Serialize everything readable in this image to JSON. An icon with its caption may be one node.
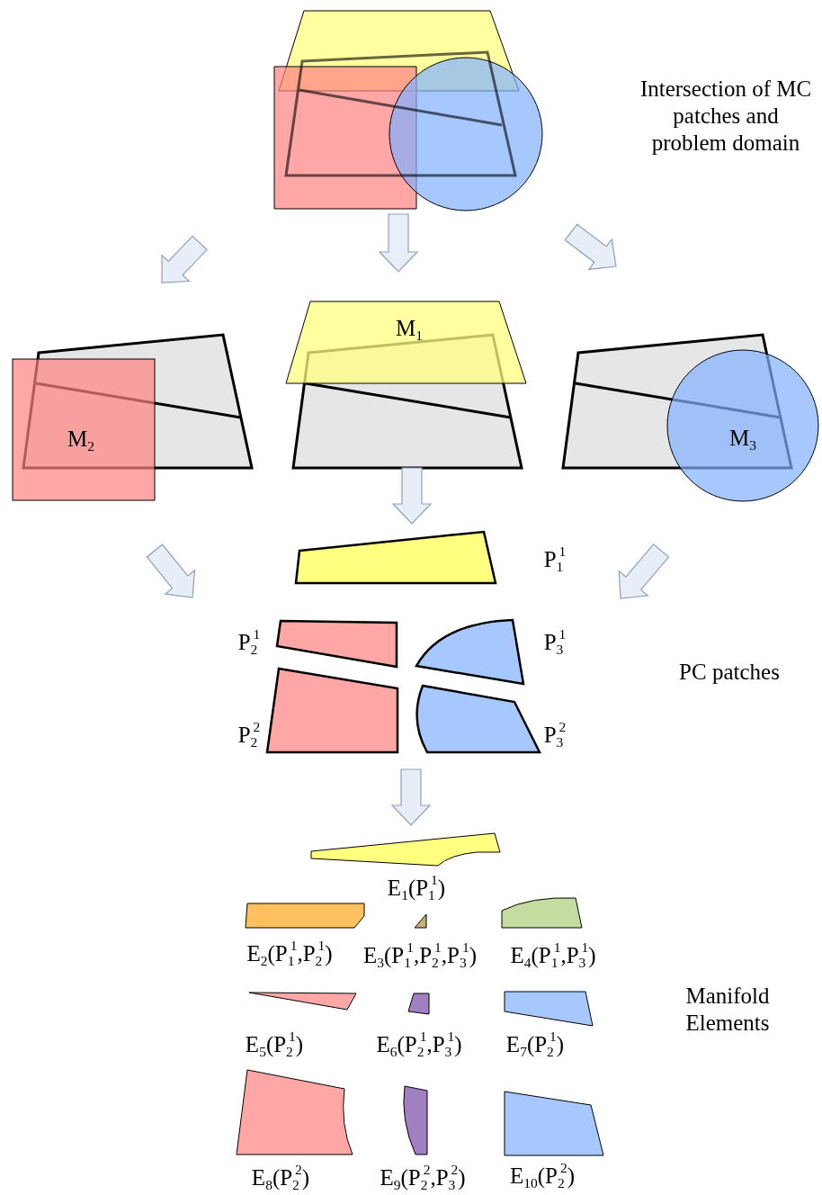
{
  "diagram": {
    "labels": [
      "Intersection of MC patches and problem domain",
      "M$_{1}$",
      "M$_{2}$",
      "M$_{3}$",
      "P$_{1}$$^{1}$",
      "P$_{2}$$^{1}$",
      "P$_{3}$$^{1}$",
      "PC patches",
      "P$_{2}$$^{2}$",
      "P$_{3}$$^{2}$",
      "E$_{1}$(P$_{1}$$^{1}$)",
      "E$_{2}$(P$_{1}$$^{1}$,P$_{2}$$^{1}$)",
      "E$_{3}$(P$_{1}$$^{1}$,P$_{2}$$^{1}$,P$_{3}$$^{1}$)",
      "E$_{4}$(P$_{1}$$^{1}$,P$_{3}$$^{1}$)",
      "Manifold Elements",
      "E$_{5}$(P$_{2}$$^{1}$)",
      "E$_{6}$(P$_{2}$$^{1}$,P$_{3}$$^{1}$)",
      "E$_{7}$(P$_{2}$$^{1}$)",
      "E$_{8}$(P$_{2}$$^{2}$)",
      "E$_{9}$(P$_{2}$$^{2}$,P$_{3}$$^{2}$)",
      "E$_{10}$(P$_{2}$$^{2}$)"
    ]
  }
}
